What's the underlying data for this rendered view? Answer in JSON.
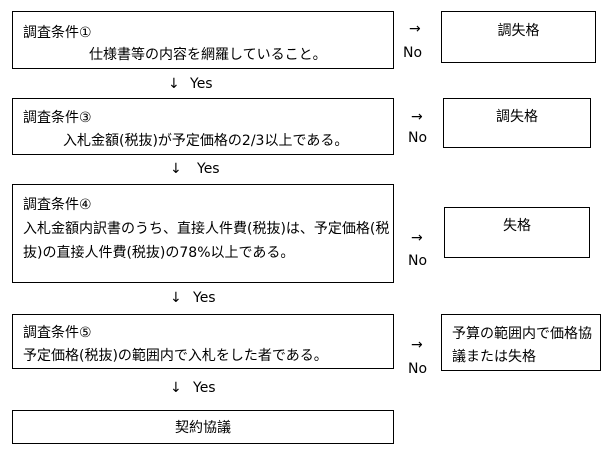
{
  "conditions": [
    {
      "title": "調査条件①",
      "lines": [
        "仕様書等の内容を網羅していること。"
      ],
      "no_result": "調失格"
    },
    {
      "title": "調査条件③",
      "lines": [
        "入札金額(税抜)が予定価格の2/3以上である。"
      ],
      "no_result": "調失格"
    },
    {
      "title": "調査条件④",
      "lines": [
        "入札金額内訳書のうち、直接人件費(税抜)は、予定価格(税",
        "抜)の直接人件費(税抜)の78%以上である。"
      ],
      "no_result": "失格"
    },
    {
      "title": "調査条件⑤",
      "lines": [
        "予定価格(税抜)の範囲内で入札をした者である。"
      ],
      "no_result_lines": [
        "予算の範囲内で価格協",
        "議または失格"
      ]
    }
  ],
  "arrows": {
    "right": "→",
    "down": "↓"
  },
  "labels": {
    "no": "No",
    "yes": "Yes"
  },
  "final": "契約協議"
}
